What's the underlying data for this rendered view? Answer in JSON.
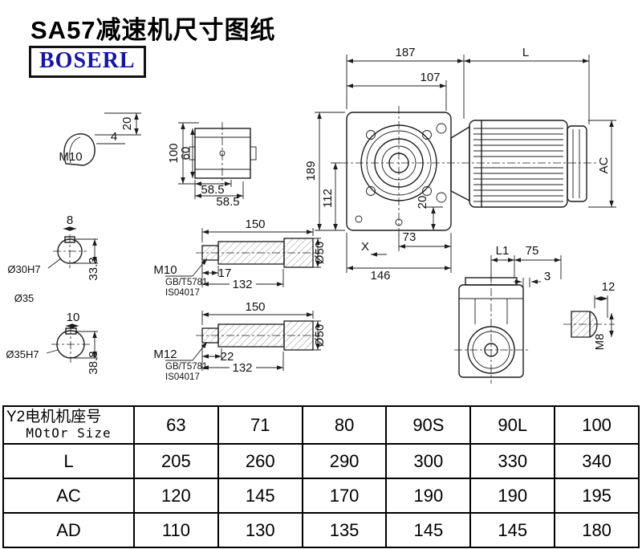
{
  "page": {
    "title": "SA57减速机尺寸图纸",
    "logo": "BOSERL"
  },
  "labels": {
    "d187": "187",
    "dL": "L",
    "d107": "107",
    "d189": "189",
    "d112": "112",
    "d20b": "20",
    "dAC": "AC",
    "d73": "73",
    "dX": "X",
    "d146": "146",
    "dL1": "L1",
    "d75": "75",
    "d3": "3",
    "d12": "12",
    "dM8": "M8",
    "m10_dome": "M10",
    "d4": "4",
    "d20a": "20",
    "d100": "100",
    "d60": "60",
    "d585a": "58.5",
    "d585b": "58.5",
    "d8": "8",
    "bore30": "Ø30H7",
    "d333": "33.3",
    "dia35": "Ø35",
    "s1_150": "150",
    "s1_17": "17",
    "s1_132": "132",
    "s1_d50": "Ø50",
    "s1_m10": "M10",
    "s1_gb": "GB/T5781",
    "s1_iso": "IS04017",
    "d10": "10",
    "bore35": "Ø35H7",
    "d388": "38.8",
    "s2_150": "150",
    "s2_22": "22",
    "s2_132": "132",
    "s2_d50": "Ø50",
    "s2_m12": "M12",
    "s2_gb": "GB/T5781",
    "s2_iso": "IS04017"
  },
  "table": {
    "header_cn": "Y2电机机座号",
    "header_en": "MOtOr Size",
    "sizes": [
      "63",
      "71",
      "80",
      "90S",
      "90L",
      "100"
    ],
    "rows": [
      {
        "label": "L",
        "values": [
          "205",
          "260",
          "290",
          "300",
          "330",
          "340"
        ]
      },
      {
        "label": "AC",
        "values": [
          "120",
          "145",
          "170",
          "190",
          "190",
          "195"
        ]
      },
      {
        "label": "AD",
        "values": [
          "110",
          "130",
          "135",
          "145",
          "145",
          "180"
        ]
      }
    ]
  }
}
